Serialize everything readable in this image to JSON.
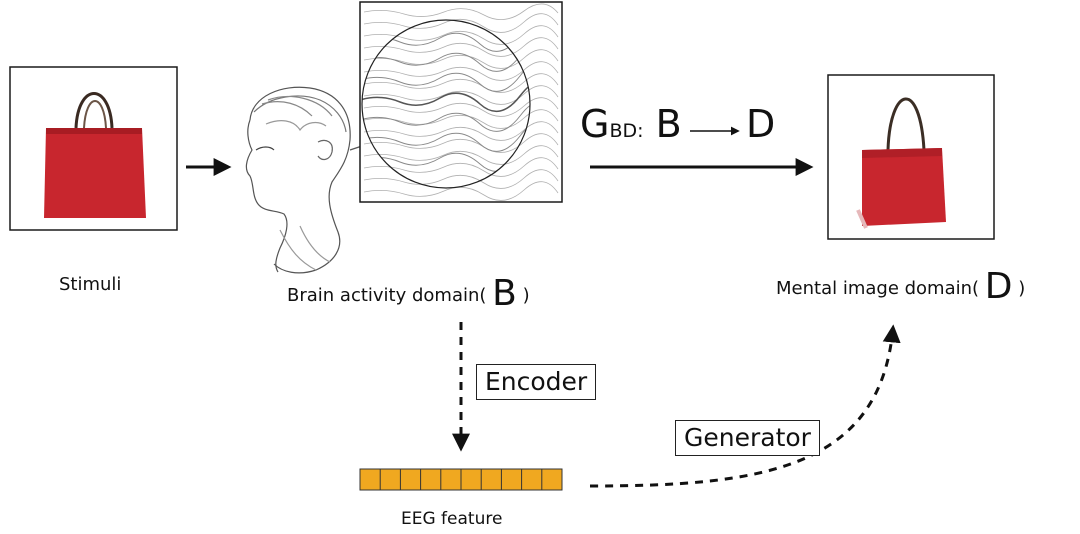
{
  "stimuli": {
    "caption": "Stimuli"
  },
  "brain": {
    "caption": "Brain activity domain(",
    "symbol": "B",
    "close": ")"
  },
  "mental": {
    "caption": "Mental image domain(",
    "symbol": "D",
    "close": ")"
  },
  "mapping": {
    "g": "G",
    "sub": "BD:",
    "from": "B",
    "to": "D"
  },
  "encoder": {
    "label": "Encoder"
  },
  "generator": {
    "label": "Generator"
  },
  "eeg": {
    "caption": "EEG feature",
    "cells": 10,
    "cell_color": "#f0a820"
  },
  "colors": {
    "bag_red": "#c8262e",
    "bag_handle": "#3a2a22",
    "line": "#111111"
  }
}
